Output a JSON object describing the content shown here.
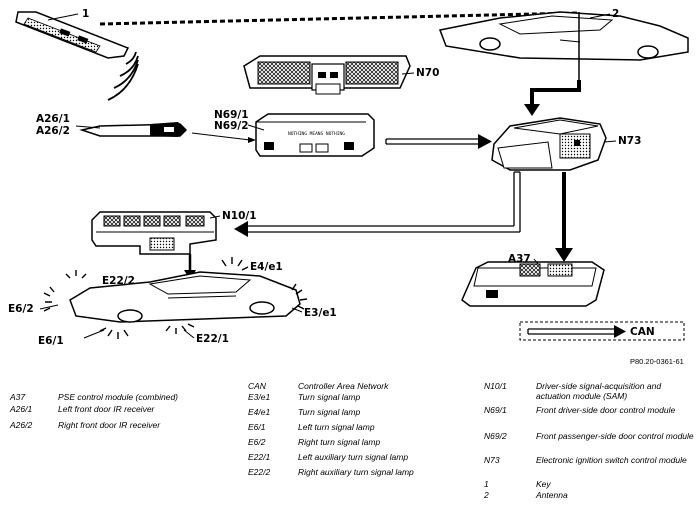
{
  "callouts": {
    "key": "1",
    "antenna": "2",
    "n70": "N70",
    "n73": "N73",
    "a26": [
      "A26/1",
      "A26/2"
    ],
    "n69": [
      "N69/1",
      "N69/2"
    ],
    "n10": "N10/1",
    "a37": "A37",
    "e22_2": "E22/2",
    "e4": "E4/e1",
    "e6_2": "E6/2",
    "e3": "E3/e1",
    "e6_1": "E6/1",
    "e22_1": "E22/1",
    "can": "CAN"
  },
  "module_label": "NOTHING MEANS NOTHING",
  "reference_code": "P80.20-0361-61",
  "legend": {
    "col1": [
      {
        "code": "A37",
        "desc": "PSE control module (combined)"
      },
      {
        "code": "A26/1",
        "desc": "Left front door IR receiver"
      },
      {
        "code": "A26/2",
        "desc": "Right front door IR receiver"
      }
    ],
    "col2": [
      {
        "code": "CAN",
        "desc": "Controller Area Network"
      },
      {
        "code": "E3/e1",
        "desc": "Turn signal lamp"
      },
      {
        "code": "E4/e1",
        "desc": "Turn signal lamp"
      },
      {
        "code": "E6/1",
        "desc": "Left turn signal lamp"
      },
      {
        "code": "E6/2",
        "desc": "Right turn signal lamp"
      },
      {
        "code": "E22/1",
        "desc": "Left auxiliary turn signal lamp"
      },
      {
        "code": "E22/2",
        "desc": "Right auxiliary turn signal lamp"
      }
    ],
    "col3": [
      {
        "code": "N10/1",
        "desc": "Driver-side signal-acquisition and actuation module (SAM)"
      },
      {
        "code": "N69/1",
        "desc": "Front driver-side door control module"
      },
      {
        "code": "N69/2",
        "desc": "Front passenger-side door control module"
      },
      {
        "code": "N73",
        "desc": "Electronic ignition switch control module"
      },
      {
        "code": "1",
        "desc": "Key"
      },
      {
        "code": "2",
        "desc": "Antenna"
      }
    ]
  }
}
